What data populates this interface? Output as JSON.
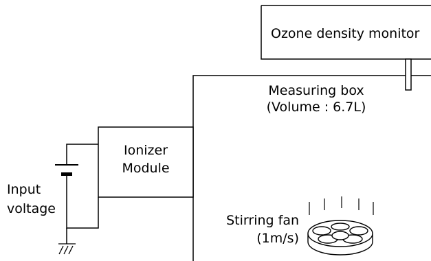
{
  "monitor": {
    "label": "Ozone density monitor"
  },
  "measuring_box": {
    "line1": "Measuring box",
    "line2": "(Volume : 6.7L)"
  },
  "ionizer": {
    "line1": "Ionizer",
    "line2": "Module"
  },
  "input_voltage": {
    "line1": "Input",
    "line2": "voltage"
  },
  "stirring_fan": {
    "line1": "Stirring fan",
    "line2": "(1m/s)"
  },
  "colors": {
    "stroke": "#000000",
    "background": "#ffffff"
  },
  "icons": [
    "battery-icon",
    "ground-icon",
    "fan-icon",
    "airflow-lines-icon"
  ]
}
